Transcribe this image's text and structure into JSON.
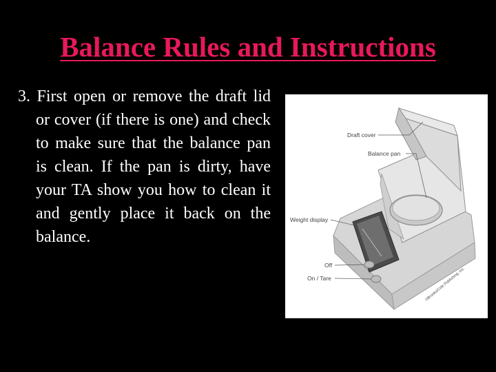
{
  "slide": {
    "title": "Balance Rules and Instructions",
    "body": "3.  First open or remove the draft lid or cover (if there is one) and check to make sure that the balance pan is clean.  If the pan is dirty, have your TA show you how to clean it and gently place it back on the balance."
  },
  "figure": {
    "labels": {
      "draft_cover": "Draft cover",
      "balance_pan": "Balance pan",
      "weight_display": "Weight display",
      "off": "Off",
      "on_tare": "On / Tare"
    },
    "credit": "©Brooks/Cole Publishing, Inc."
  },
  "colors": {
    "background": "#000000",
    "title": "#e8195a",
    "body_text": "#ffffff"
  }
}
